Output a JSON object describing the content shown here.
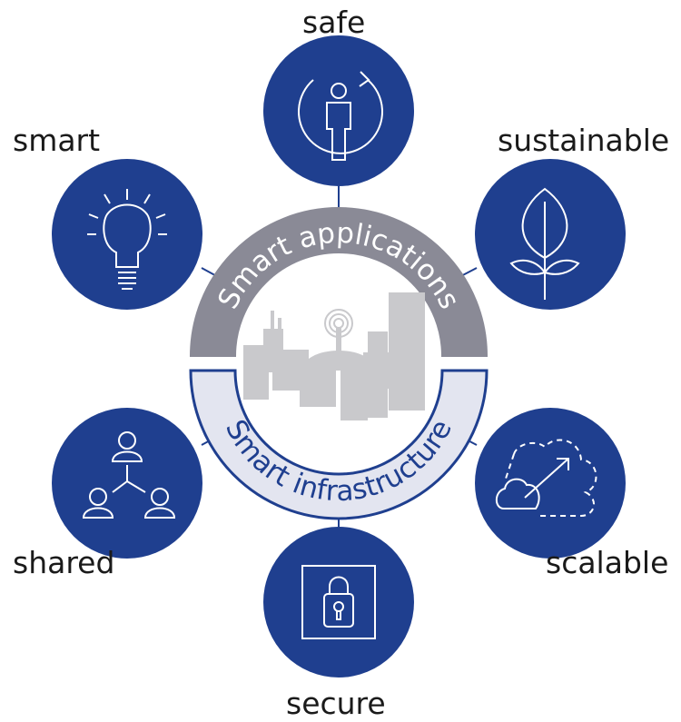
{
  "labels": {
    "safe": "safe",
    "smart": "smart",
    "sustainable": "sustainable",
    "shared": "shared",
    "scalable": "scalable",
    "secure": "secure"
  },
  "center": {
    "top_band": "Smart applications",
    "bottom_band": "Smart infrastructure"
  },
  "colors": {
    "node_fill": "#1f3f8f",
    "top_band": "#8a8a96",
    "bottom_band": "#e3e5f0",
    "bottom_text": "#1f3f8f",
    "city": "#c9c9cc"
  }
}
